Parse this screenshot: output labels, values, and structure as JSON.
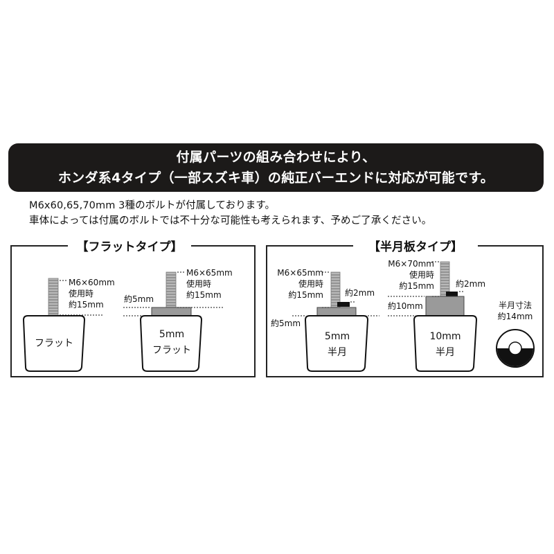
{
  "banner": {
    "line1": "付属パーツの組み合わせにより、",
    "line2": "ホンダ系4タイプ（一部スズキ車）の純正バーエンドに対応が可能です。"
  },
  "notes": {
    "line1": "M6x60,65,70mm 3種のボルトが付属しております。",
    "line2": "車体によっては付属のボルトでは不十分な可能性も考えられます、予めご了承ください。"
  },
  "flat_panel": {
    "title": "【フラットタイプ】",
    "flat": {
      "bolt_1": "M6×60mm",
      "bolt_2": "使用時",
      "bolt_3": "約15mm",
      "body": "フラット"
    },
    "flat5": {
      "bolt_1": "M6×65mm",
      "bolt_2": "使用時",
      "bolt_3": "約15mm",
      "spacer": "約5mm",
      "body_1": "5mm",
      "body_2": "フラット"
    }
  },
  "half_panel": {
    "title": "【半月板タイプ】",
    "half5": {
      "bolt_1": "M6×65mm",
      "bolt_2": "使用時",
      "bolt_3": "約15mm",
      "nut": "約2mm",
      "spacer": "約5mm",
      "body_1": "5mm",
      "body_2": "半月"
    },
    "half10": {
      "bolt_1": "M6×70mm",
      "bolt_2": "使用時",
      "bolt_3": "約15mm",
      "nut": "約2mm",
      "spacer": "約10mm",
      "body_1": "10mm",
      "body_2": "半月"
    },
    "dimension": {
      "label_1": "半月寸法",
      "label_2": "約14mm"
    }
  }
}
